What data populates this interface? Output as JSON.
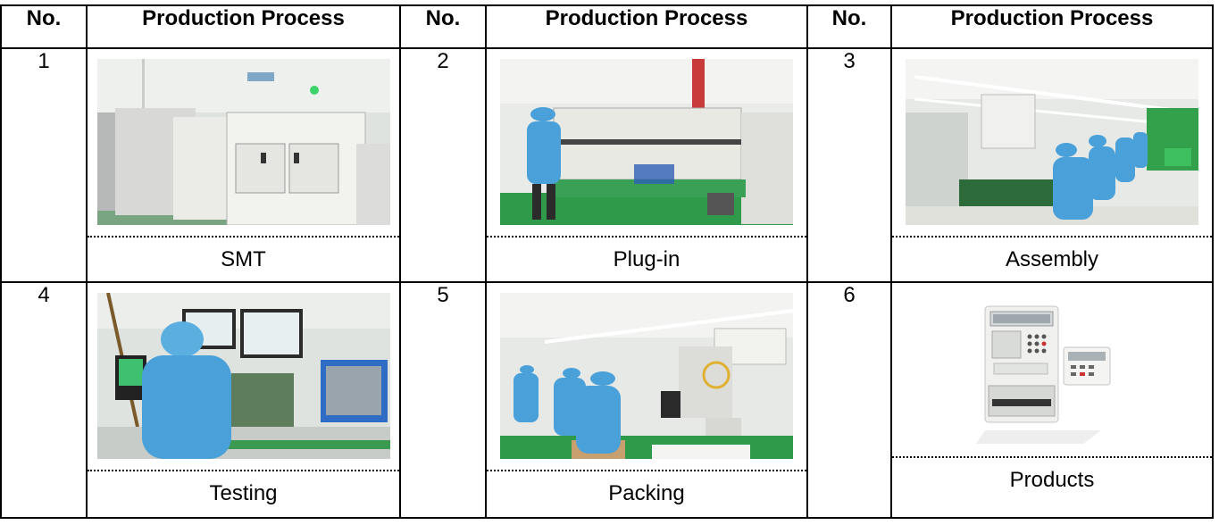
{
  "headers": {
    "no": "No.",
    "process": "Production Process"
  },
  "steps": [
    {
      "no": "1",
      "label": "SMT",
      "photo": "smt-line-photo"
    },
    {
      "no": "2",
      "label": "Plug-in",
      "photo": "plug-in-line-photo"
    },
    {
      "no": "3",
      "label": "Assembly",
      "photo": "assembly-line-photo"
    },
    {
      "no": "4",
      "label": "Testing",
      "photo": "testing-station-photo"
    },
    {
      "no": "5",
      "label": "Packing",
      "photo": "packing-line-photo"
    },
    {
      "no": "6",
      "label": "Products",
      "photo": "electric-meter-product-photo"
    }
  ],
  "colors": {
    "border": "#000000",
    "workwear": "#4aa0d8",
    "floor": "#2f9a4a",
    "machine": "#e4e4e0"
  }
}
